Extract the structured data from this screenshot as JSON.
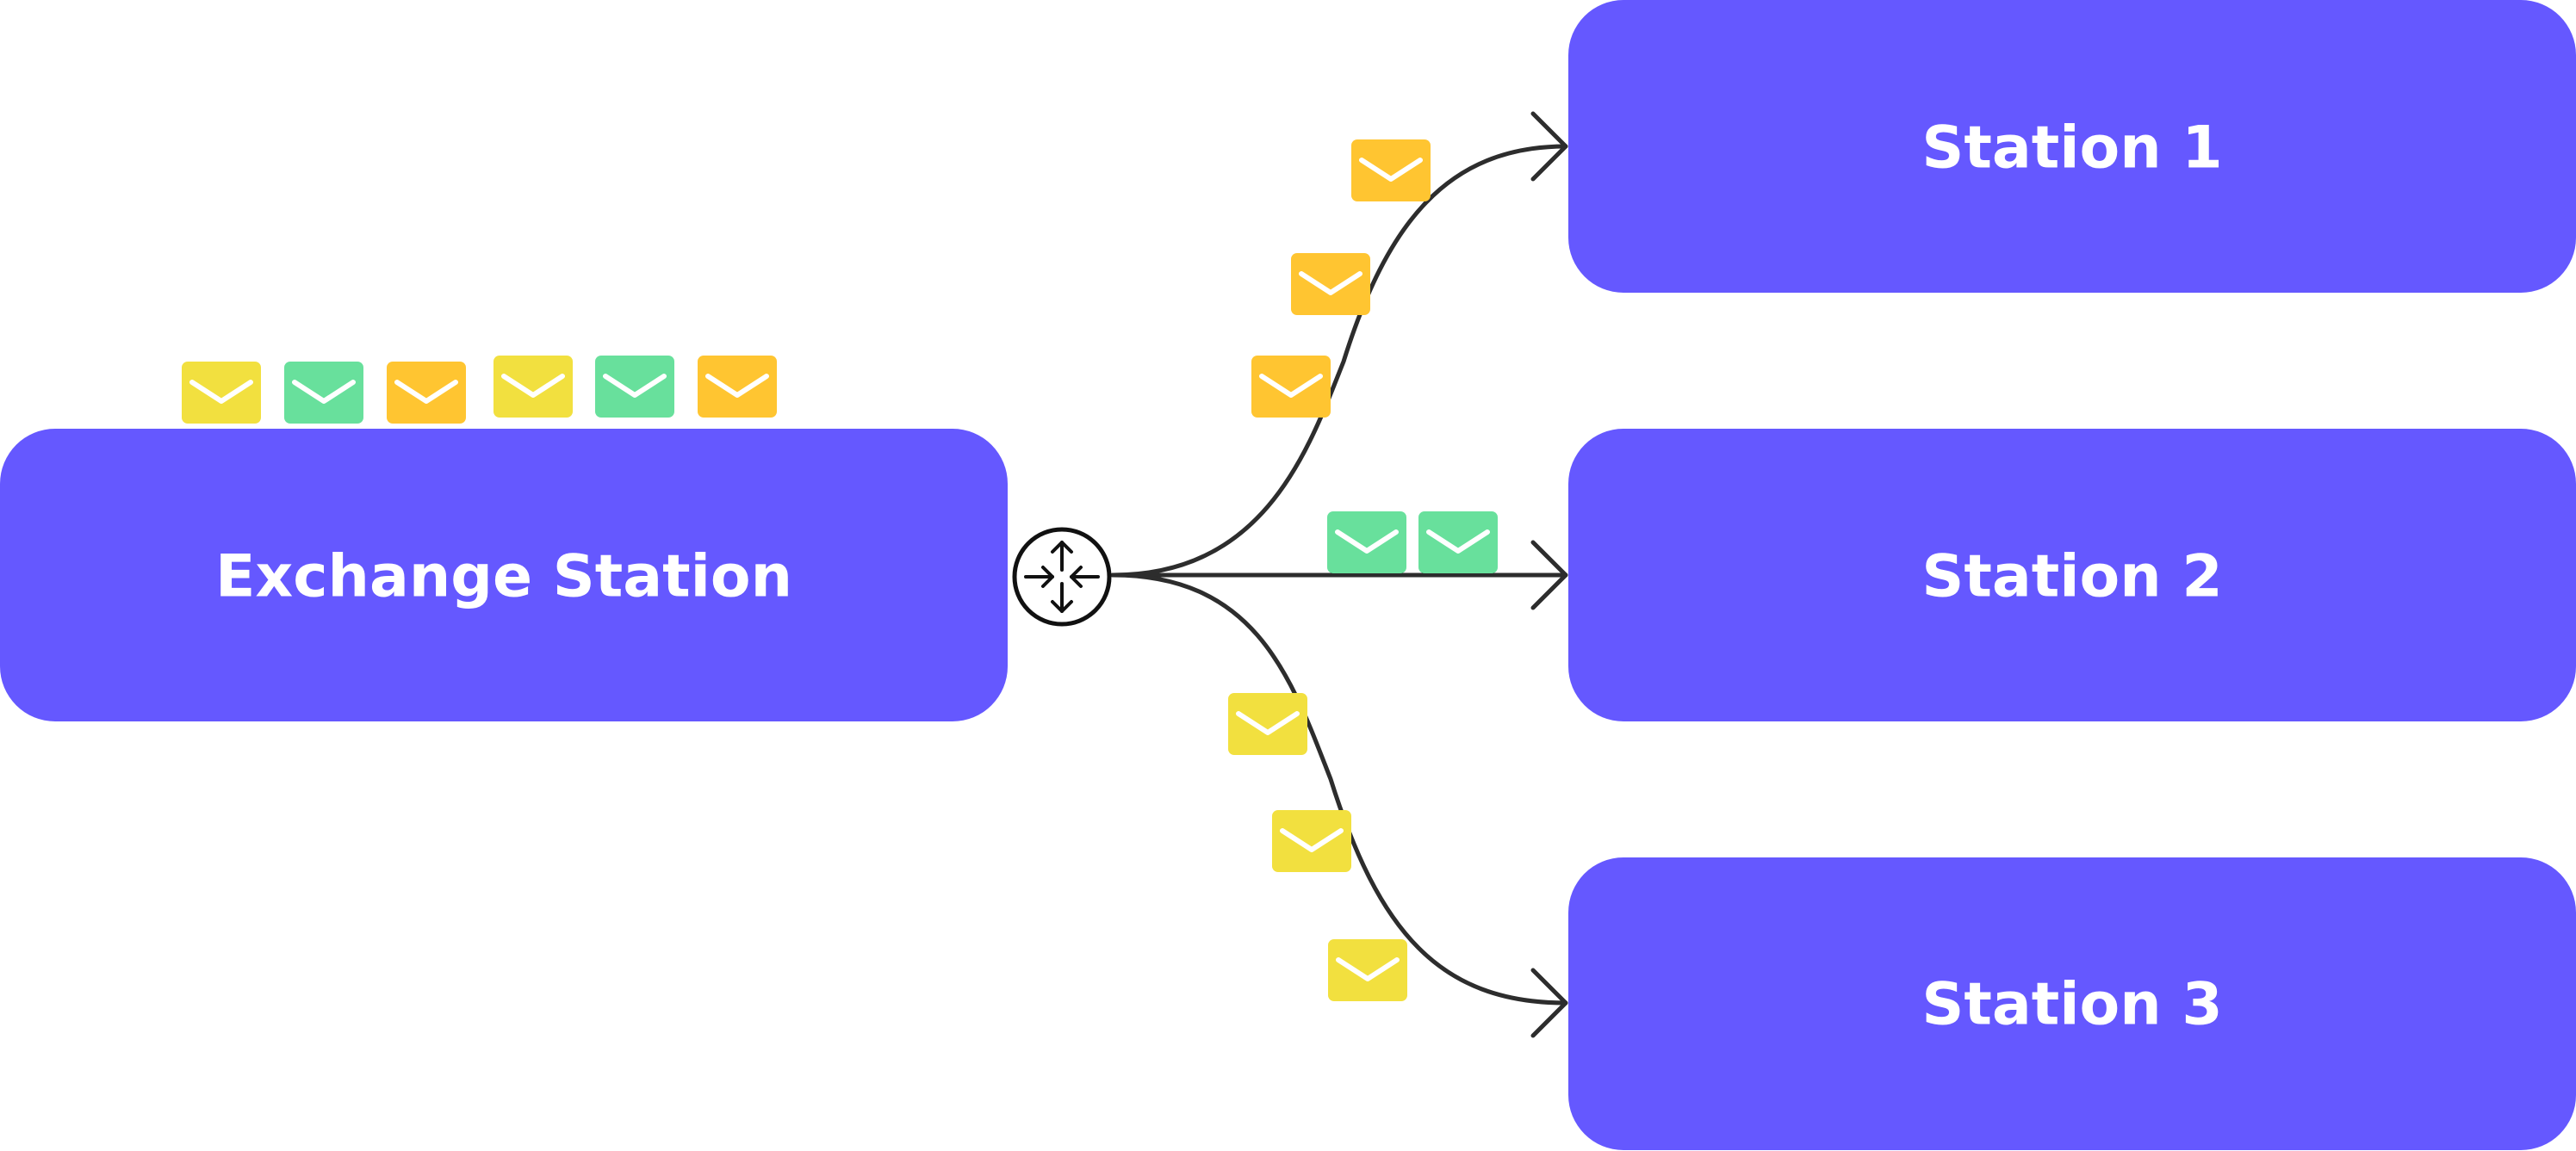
{
  "nodes": {
    "exchange": "Exchange Station",
    "station1": "Station 1",
    "station2": "Station 2",
    "station3": "Station 3"
  },
  "colors": {
    "box": "#6558FF",
    "edge": "#2D2D2D",
    "yellow": "#F2E03F",
    "green": "#68E09C",
    "orange": "#FFC531",
    "background": "#FFFFFF"
  },
  "icons": {
    "router": "router-icon",
    "message": "envelope-icon"
  },
  "envelopes": {
    "queue": [
      "yellow",
      "green",
      "orange",
      "yellow",
      "green",
      "orange"
    ],
    "to_station_1": [
      "orange",
      "orange",
      "orange"
    ],
    "to_station_2": [
      "green",
      "green"
    ],
    "to_station_3": [
      "yellow",
      "yellow",
      "yellow"
    ]
  }
}
